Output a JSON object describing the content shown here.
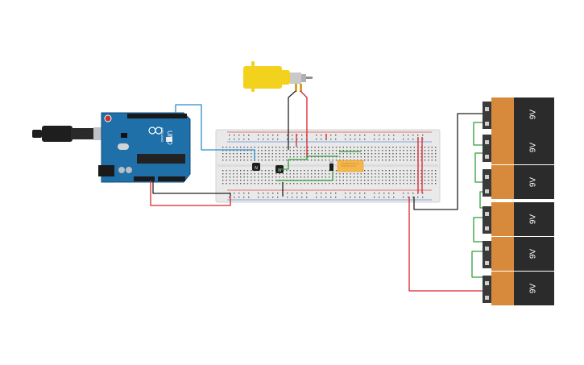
{
  "colors": {
    "background": "#ffffff",
    "arduino_board": "#1f6fa8",
    "arduino_dark": "#0f4d7b",
    "breadboard": "#e9e9e9",
    "breadboard_hole": "#555555",
    "rail_red": "#e05050",
    "rail_blue": "#5a8fd6",
    "motor_yellow": "#f3d21e",
    "relay_orange": "#f5b64a",
    "battery_copper": "#d88a3c",
    "battery_black": "#2b2b2b",
    "wire_black": "#222222",
    "wire_red": "#d9262b",
    "wire_green": "#2f9e3c",
    "wire_blue": "#2b8fd0",
    "usb_black": "#1e1e1e"
  },
  "arduino": {
    "model_label": "UNO",
    "brand_label": "ARDUINO"
  },
  "transistors": [
    {
      "label": "N"
    },
    {
      "label": "N"
    }
  ],
  "batteries": [
    {
      "label": "9V"
    },
    {
      "label": "9V"
    },
    {
      "label": "9V"
    },
    {
      "label": "9V"
    },
    {
      "label": "9V"
    },
    {
      "label": "9V"
    }
  ],
  "icons": {
    "usb_cable": "usb-cable-icon",
    "motor": "dc-motor-icon",
    "relay": "relay-icon",
    "diode": "diode-icon",
    "battery": "battery-icon"
  }
}
